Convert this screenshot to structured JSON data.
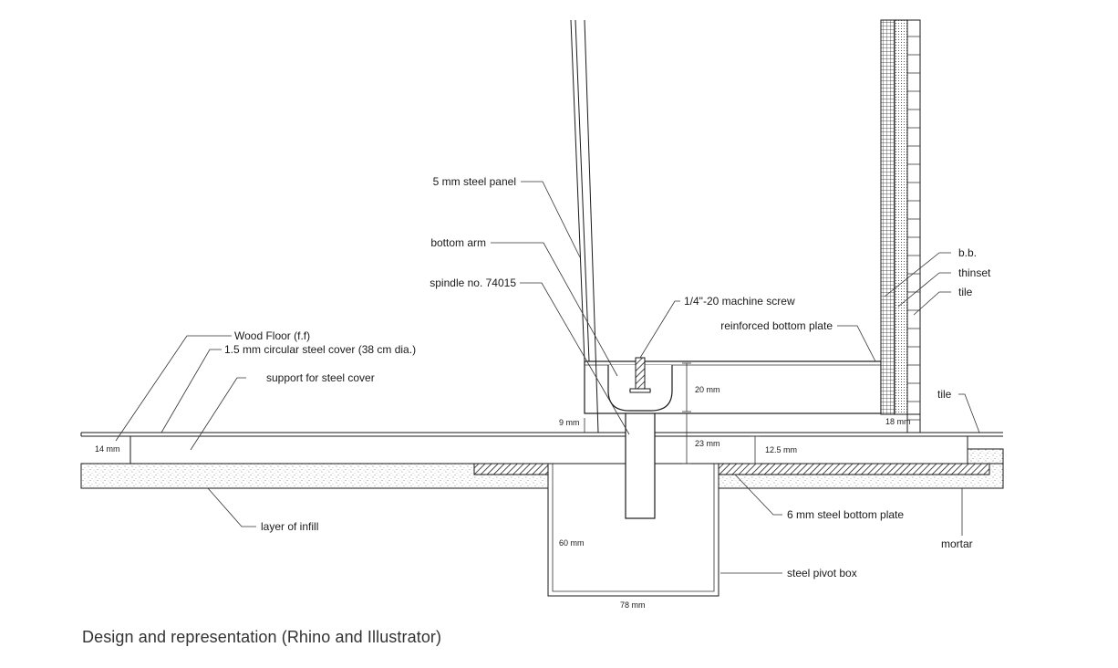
{
  "labels": {
    "steel_panel": "5 mm steel panel",
    "bottom_arm": "bottom arm",
    "spindle": "spindle no. 74015",
    "machine_screw": "1/4\"-20 machine screw",
    "reinforced_plate": "reinforced bottom plate",
    "wood_floor": "Wood Floor (f.f)",
    "steel_cover": "1.5 mm circular steel cover (38 cm dia.)",
    "support_cover": "support for steel cover",
    "bb": "b.b.",
    "thinset": "thinset",
    "tile_wall": "tile",
    "tile_floor": "tile",
    "infill": "layer of infill",
    "bottom_plate": "6 mm steel bottom plate",
    "mortar": "mortar",
    "pivot_box": "steel pivot box"
  },
  "dimensions": {
    "d14": "14 mm",
    "d9": "9 mm",
    "d20": "20 mm",
    "d23": "23 mm",
    "d12_5": "12.5 mm",
    "d18": "18 mm",
    "d60": "60 mm",
    "d78": "78 mm"
  },
  "caption": "Design and representation (Rhino and Illustrator)"
}
